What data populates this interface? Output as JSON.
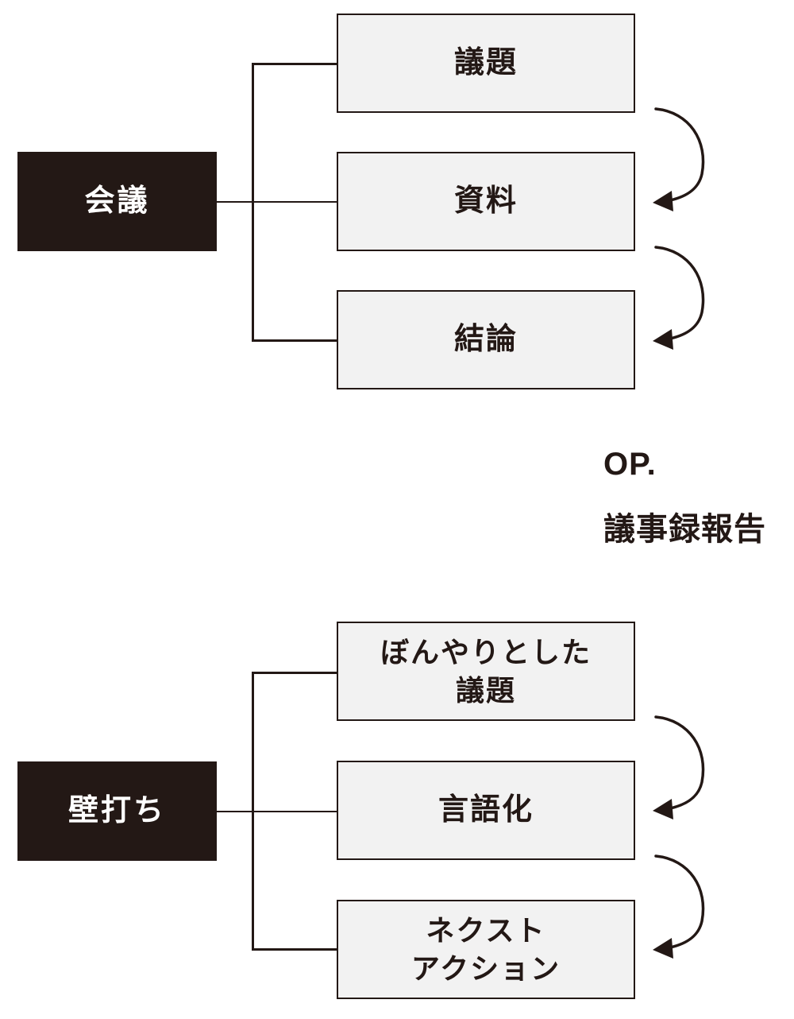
{
  "diagram": {
    "background_color": "#ffffff",
    "ink_color": "#231815",
    "leaf_fill_color": "#f2f2f2",
    "groups": [
      {
        "id": "meeting",
        "root": {
          "label": "会議"
        },
        "leaves": [
          {
            "label": "議題"
          },
          {
            "label": "資料"
          },
          {
            "label": "結論"
          }
        ],
        "arrows": [
          {
            "name": "arrow-agenda-to-materials"
          },
          {
            "name": "arrow-materials-to-conclusion"
          }
        ],
        "caption": {
          "line1": "OP.",
          "line2": "議事録報告"
        }
      },
      {
        "id": "kabeuchi",
        "root": {
          "label": "壁打ち"
        },
        "leaves": [
          {
            "label": "ぼんやりとした\n議題",
            "line1": "ぼんやりとした",
            "line2": "議題"
          },
          {
            "label": "言語化"
          },
          {
            "label": "ネクスト\nアクション",
            "line1": "ネクスト",
            "line2": "アクション"
          }
        ],
        "arrows": [
          {
            "name": "arrow-vague-topic-to-verbalize"
          },
          {
            "name": "arrow-verbalize-to-next-action"
          }
        ]
      }
    ]
  }
}
